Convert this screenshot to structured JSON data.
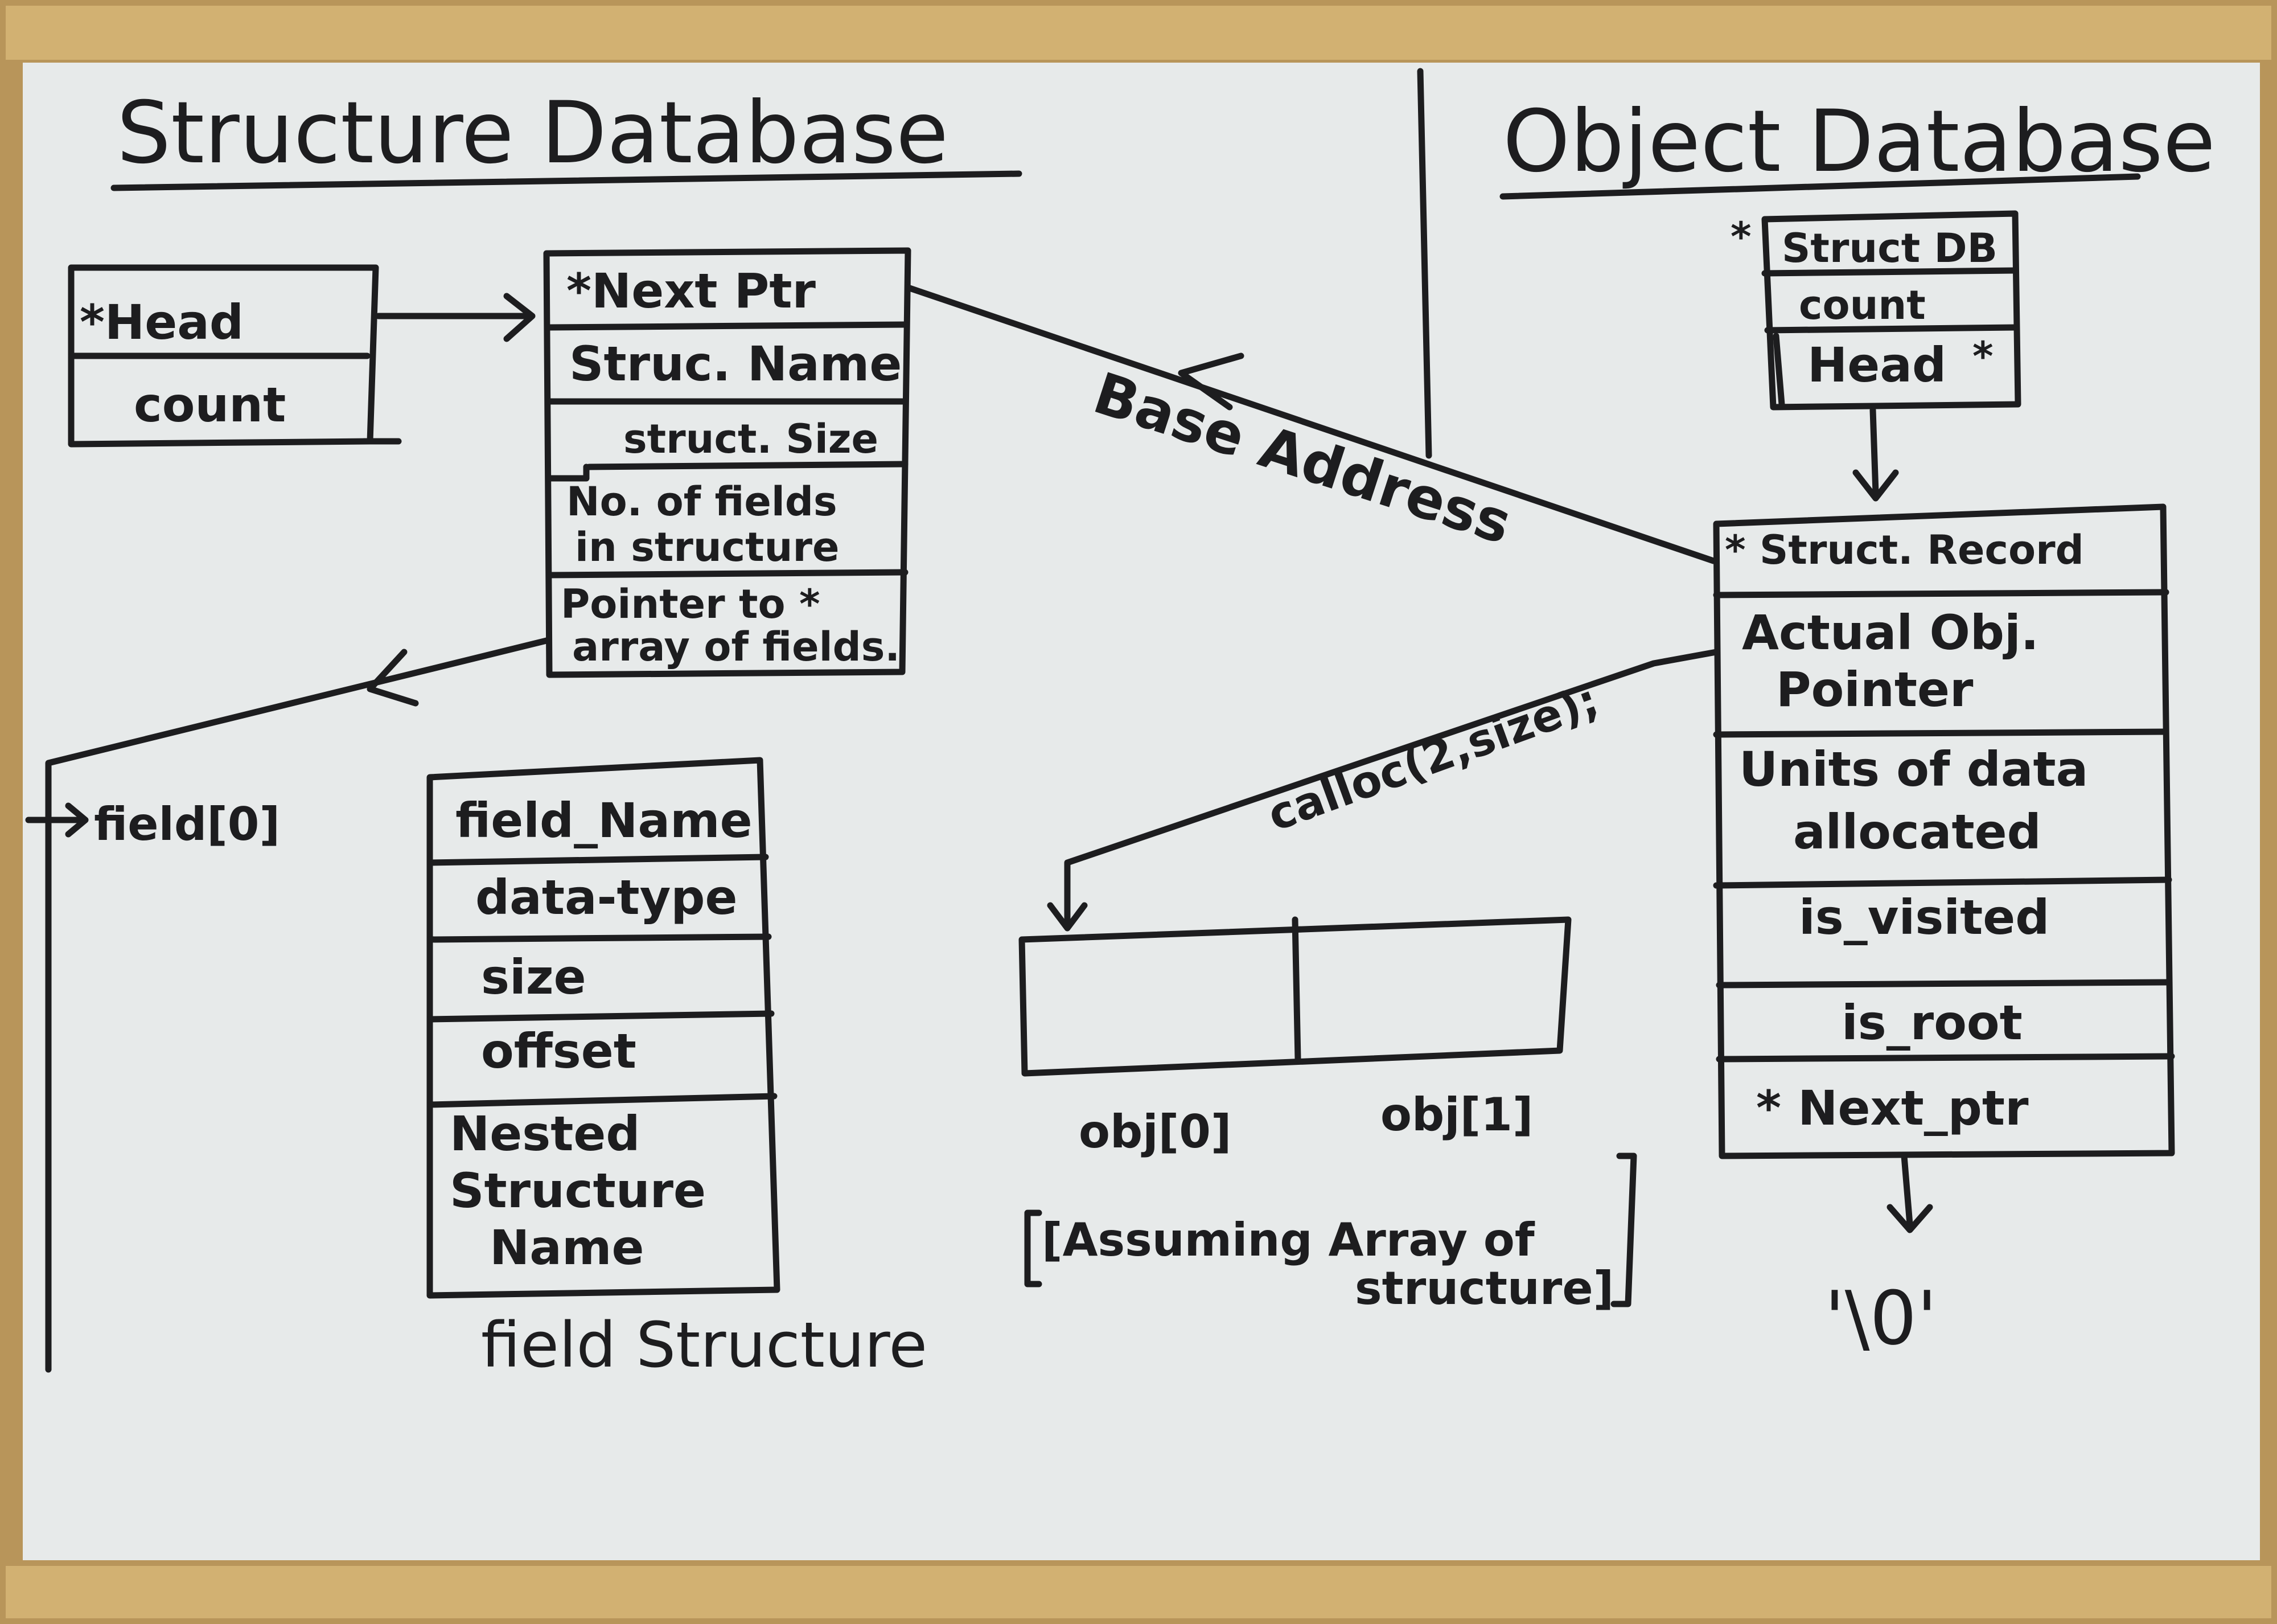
{
  "colors": {
    "frame": "#c9a867",
    "board": "#e9ecec",
    "ink": "#1d1d1f"
  },
  "structure_db": {
    "title": "Structure Database",
    "head_box": {
      "cells": [
        "*Head",
        "count"
      ]
    },
    "struct_record": {
      "cells": [
        "*Next Ptr",
        "Struc. Name",
        "struct. Size",
        "No. of fields",
        "in structure",
        "Pointer to *",
        "array of fields."
      ]
    },
    "field_pointer_label": "field[0]",
    "field_structure": {
      "cells": [
        "field_Name",
        "data-type",
        "size",
        "offset",
        "Nested",
        "Structure",
        "Name"
      ],
      "caption": "field Structure"
    },
    "base_address_label": "Base Address"
  },
  "object_db": {
    "title": "Object Database",
    "header_box": {
      "cells": [
        "Struct DB",
        "count",
        "Head"
      ],
      "star_left": "*",
      "star_head": "*"
    },
    "object_record": {
      "cells": [
        "* Struct. Record",
        "Actual Obj.",
        "Pointer",
        "Units of data",
        "allocated",
        "is_visited",
        "is_root",
        "* Next_ptr"
      ]
    },
    "calloc_label": "calloc(2,size);",
    "array_labels": [
      "obj[0]",
      "obj[1]"
    ],
    "array_note": [
      "[Assuming Array of",
      "structure]"
    ],
    "null_label": "'\\0'"
  }
}
